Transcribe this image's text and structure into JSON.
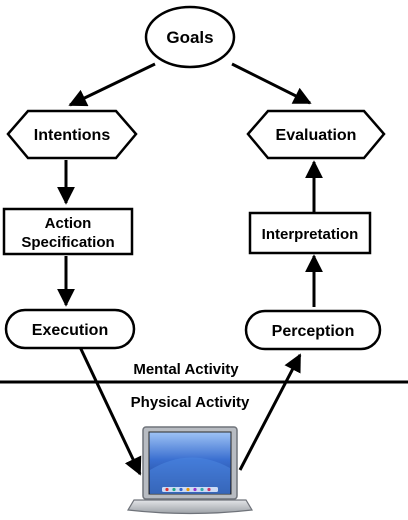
{
  "nodes": {
    "goals": "Goals",
    "intentions": "Intentions",
    "action_spec_line1": "Action",
    "action_spec_line2": "Specification",
    "execution": "Execution",
    "evaluation": "Evaluation",
    "interpretation": "Interpretation",
    "perception": "Perception"
  },
  "divider": {
    "above_label": "Mental Activity",
    "below_label": "Physical Activity"
  },
  "device": {
    "icon": "laptop-computer-icon"
  },
  "colors": {
    "ink": "#000000",
    "background": "#ffffff",
    "screen_blue": "#3a6fd0",
    "laptop_silver": "#c9ccd1"
  }
}
